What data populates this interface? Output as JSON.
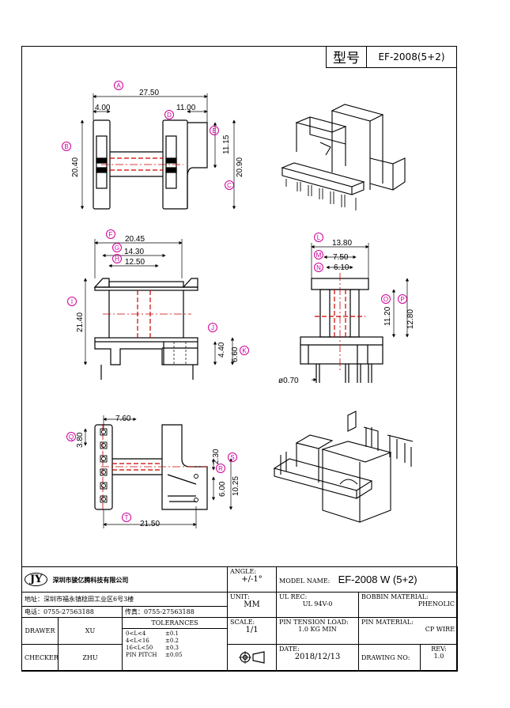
{
  "header": {
    "model_label": "型号",
    "model_value": "EF-2008(5+2)"
  },
  "dimensions": {
    "A": "A",
    "a_val": "27.50",
    "a_sub": "4.00",
    "B": "B",
    "b_val": "20.40",
    "C": "C",
    "c_val": "20.90",
    "D": "D",
    "d_val": "11.00",
    "E": "E",
    "e_val": "11.15",
    "F": "F",
    "f_val": "20.45",
    "G": "G",
    "g_val": "14.30",
    "H": "H",
    "h_val": "12.50",
    "I": "I",
    "i_val": "21.40",
    "J": "J",
    "j_val": "4.40",
    "K": "K",
    "k_val": "6.60",
    "L": "L",
    "l_val": "13.80",
    "M": "M",
    "m_val": "7.50",
    "N": "N",
    "n_val": "6.10",
    "O": "O",
    "o_val": "11.20",
    "P": "P",
    "p_val": "12.80",
    "Q": "Q",
    "q_val": "3.80",
    "R": "R",
    "r_val": "6.00",
    "S": "S",
    "s_val": "10.25",
    "T": "T",
    "t_val": "21.50",
    "pin_pitch_top": "7.60",
    "small_2_30": "2.30",
    "pin_dia": "ø0.70"
  },
  "title_block": {
    "jy": "JY",
    "company": "深圳市骏亿腾科技有限公司",
    "address": "地址：深圳市福永镇稔田工业区6号3楼",
    "phone": "电话：0755-27563188",
    "fax": "传真：0755-27563188",
    "drawer_label": "DRAWER",
    "drawer": "XU",
    "checker_label": "CHECKER",
    "checker": "ZHU",
    "tolerances_label": "TOLERANCES",
    "tol_rows": [
      {
        "range": "0<L<4",
        "tol": "±0.1"
      },
      {
        "range": "4<L<16",
        "tol": "±0.2"
      },
      {
        "range": "16<L<50",
        "tol": "±0.3"
      },
      {
        "range": "PIN PITCH",
        "tol": "±0.05"
      }
    ],
    "angle_label": "ANGLE:",
    "angle": "+/-1°",
    "unit_label": "UNIT:",
    "unit": "MM",
    "scale_label": "SCALE:",
    "scale": "1/1",
    "model_name_label": "MODEL NAME:",
    "model_name": "EF-2008 W (5+2)",
    "ul_label": "UL REC:",
    "ul": "UL 94V-0",
    "pin_tension_label": "PIN TENSION LOAD:",
    "pin_tension": "1.0 KG MIN",
    "date_label": "DATE:",
    "date": "2018/12/13",
    "bobbin_label": "BOBBIN MATERIAL:",
    "bobbin": "PHENOLIC",
    "pin_material_label": "PIN MATERIAL:",
    "pin_material": "CP WIRE",
    "drawing_no_label": "DRAWING NO:",
    "rev_label": "REV:",
    "rev": "1.0"
  }
}
